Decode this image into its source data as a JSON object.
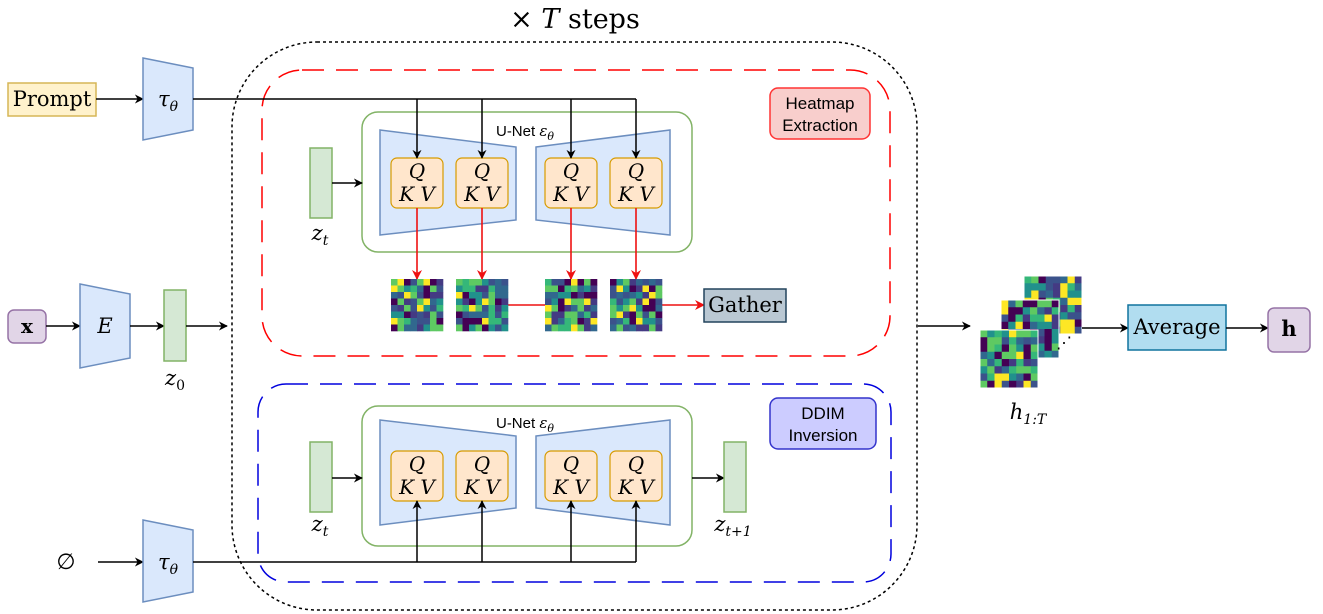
{
  "title": {
    "prefix": "×",
    "var": "T",
    "suffix": "steps"
  },
  "inputs": {
    "prompt": "Prompt",
    "x": "x",
    "null_symbol": "∅"
  },
  "encoders": {
    "tau": "τ",
    "tau_sub": "θ",
    "E": "E"
  },
  "latents": {
    "z0": "z",
    "z0_sub": "0",
    "zt": "z",
    "zt_sub": "t",
    "zt1": "z",
    "zt1_sub": "t+1"
  },
  "unet_label": "U-Net",
  "unet_eps": "ε",
  "unet_eps_sub": "θ",
  "attn": {
    "line1": "Q",
    "line2_k": "K",
    "line2_v": "V"
  },
  "tags": {
    "heatmap_line1": "Heatmap",
    "heatmap_line2": "Extraction",
    "ddim_line1": "DDIM",
    "ddim_line2": "Inversion"
  },
  "gather": "Gather",
  "average": "Average",
  "output": "h",
  "stack_label": {
    "main": "h",
    "sub": "1:T"
  },
  "ellipsis": "⋰",
  "colors": {
    "prompt_fill": "#fff2cc",
    "prompt_stroke": "#d6b656",
    "purple_fill": "#e1d5e7",
    "purple_stroke": "#9673a6",
    "blue_fill": "#dae8fc",
    "blue_stroke": "#6c8ebf",
    "green_fill": "#d5e8d4",
    "green_stroke": "#82b366",
    "orange_fill": "#ffe6cc",
    "orange_stroke": "#d79b00",
    "red_tag_fill": "#f8cecc",
    "red_tag_stroke": "#ff3333",
    "blue_tag_fill": "#ccccff",
    "blue_tag_stroke": "#3333cc",
    "gather_fill": "#bac8d3",
    "gather_stroke": "#23445d",
    "avg_fill": "#b1ddf0",
    "avg_stroke": "#10739e",
    "red_arrow": "#ee1111",
    "red_dash": "#ff0000",
    "blue_dash": "#0000dd"
  }
}
